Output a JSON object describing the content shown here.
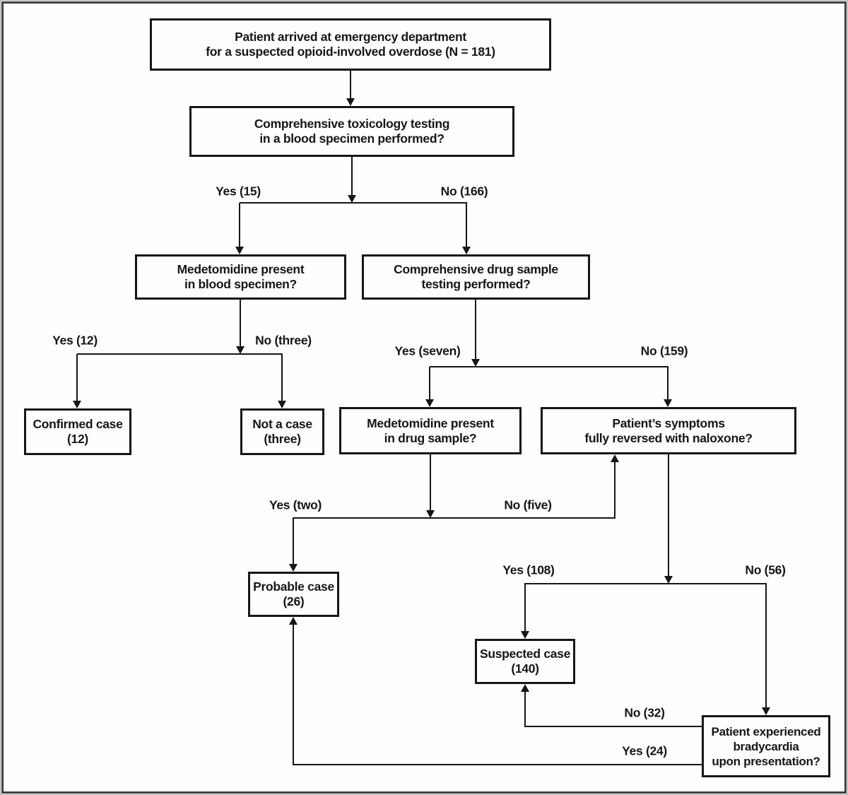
{
  "figure": {
    "type": "flowchart",
    "population": "N = 181"
  },
  "colors": {
    "background": "#fefefe",
    "line": "#161616",
    "text": "#161616",
    "frame_border": "#414141",
    "frame_edge": "#a8a8a8"
  },
  "nodes": {
    "arrival": {
      "lines": [
        "Patient arrived at emergency department",
        "for a suspected opioid-involved overdose (N = 181)"
      ]
    },
    "blood_test": {
      "lines": [
        "Comprehensive toxicology testing",
        "in a blood specimen performed?"
      ]
    },
    "med_blood": {
      "lines": [
        "Medetomidine present",
        "in blood specimen?"
      ]
    },
    "drug_test": {
      "lines": [
        "Comprehensive drug sample",
        "testing performed?"
      ]
    },
    "confirmed": {
      "lines": [
        "Confirmed case",
        "(12)"
      ]
    },
    "not_case": {
      "lines": [
        "Not a case",
        "(three)"
      ]
    },
    "med_sample": {
      "lines": [
        "Medetomidine present",
        "in drug sample?"
      ]
    },
    "naloxone": {
      "lines": [
        "Patient’s symptoms",
        "fully reversed with naloxone?"
      ]
    },
    "probable": {
      "lines": [
        "Probable case",
        "(26)"
      ]
    },
    "suspected": {
      "lines": [
        "Suspected case",
        "(140)"
      ]
    },
    "bradycardia": {
      "lines": [
        "Patient experienced",
        "bradycardia",
        "upon presentation?"
      ]
    }
  },
  "edges": [
    {
      "from": "arrival",
      "to": "blood_test",
      "label": ""
    },
    {
      "from": "blood_test",
      "to": "med_blood",
      "label": "Yes (15)"
    },
    {
      "from": "blood_test",
      "to": "drug_test",
      "label": "No (166)"
    },
    {
      "from": "med_blood",
      "to": "confirmed",
      "label": "Yes (12)"
    },
    {
      "from": "med_blood",
      "to": "not_case",
      "label": "No (three)"
    },
    {
      "from": "drug_test",
      "to": "med_sample",
      "label": "Yes (seven)"
    },
    {
      "from": "drug_test",
      "to": "naloxone",
      "label": "No (159)"
    },
    {
      "from": "med_sample",
      "to": "probable",
      "label": "Yes (two)"
    },
    {
      "from": "med_sample",
      "to": "naloxone",
      "label": "No (five)"
    },
    {
      "from": "naloxone",
      "to": "suspected",
      "label": "Yes (108)"
    },
    {
      "from": "naloxone",
      "to": "bradycardia",
      "label": "No (56)"
    },
    {
      "from": "bradycardia",
      "to": "suspected",
      "label": "No (32)"
    },
    {
      "from": "bradycardia",
      "to": "probable",
      "label": "Yes (24)"
    }
  ]
}
